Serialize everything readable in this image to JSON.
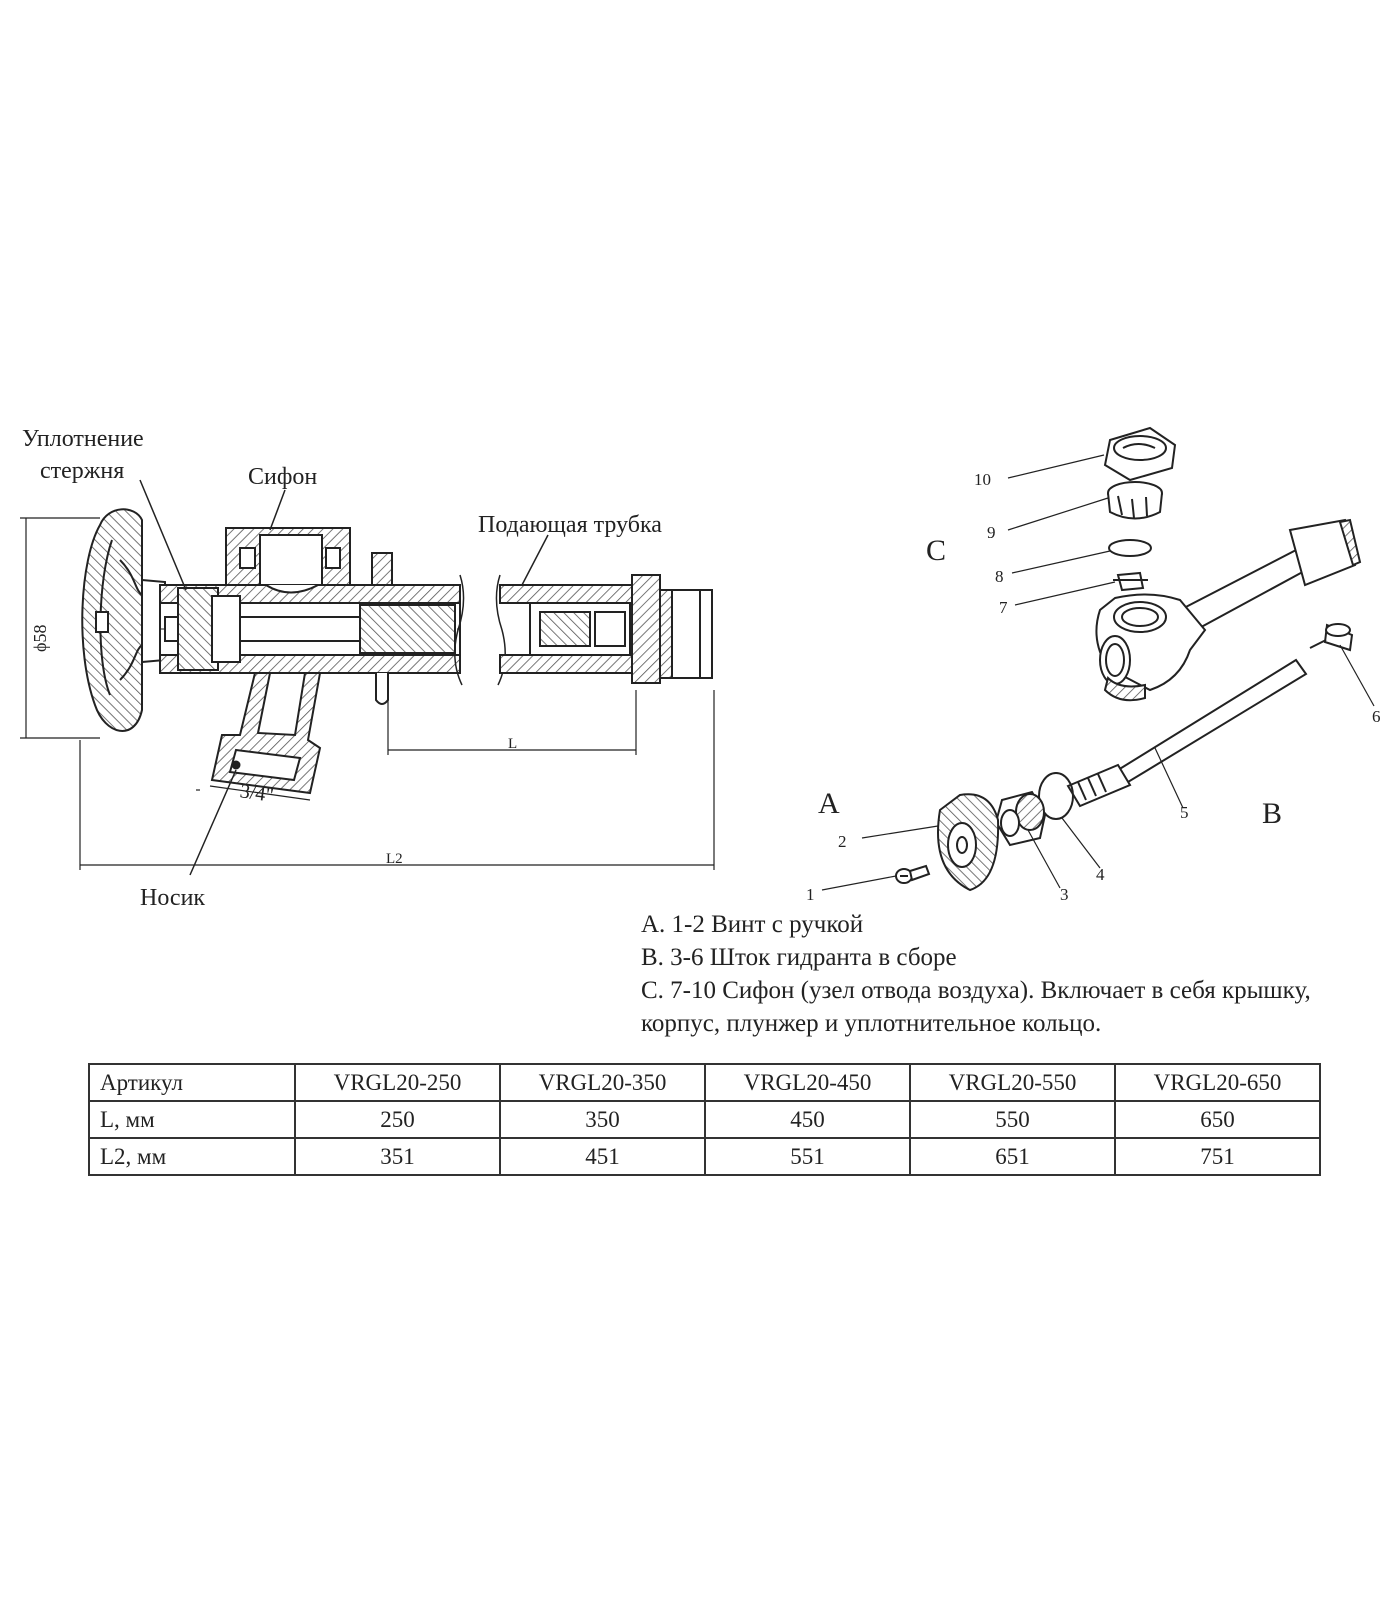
{
  "section_view": {
    "labels": {
      "stem_seal": [
        "Уплотнение",
        "стержня"
      ],
      "siphon": "Сифон",
      "supply_tube": "Подающая трубка",
      "nozzle": "Носик"
    },
    "dimensions": {
      "diameter": "ϕ58",
      "thread": "3/4\"",
      "length": "L",
      "total_length": "L2"
    }
  },
  "exploded_view": {
    "groups": [
      "A",
      "B",
      "C"
    ],
    "part_numbers": [
      "1",
      "2",
      "3",
      "4",
      "5",
      "6",
      "7",
      "8",
      "9",
      "10"
    ]
  },
  "legend": [
    "A. 1-2 Винт с ручкой",
    "B. 3-6 Шток гидранта в сборе",
    "C. 7-10  Сифон (узел отвода воздуха). Включает в себя крышку,",
    "корпус, плунжер и уплотнительное кольцо."
  ],
  "spec_table": {
    "header": [
      "Артикул",
      "VRGL20-250",
      "VRGL20-350",
      "VRGL20-450",
      "VRGL20-550",
      "VRGL20-650"
    ],
    "rows": [
      [
        "L, мм",
        "250",
        "350",
        "450",
        "550",
        "650"
      ],
      [
        "L2, мм",
        "351",
        "451",
        "551",
        "651",
        "751"
      ]
    ]
  },
  "colors": {
    "line": "#222222",
    "hatch": "#555555",
    "callout_number": "#2a4e8c"
  }
}
